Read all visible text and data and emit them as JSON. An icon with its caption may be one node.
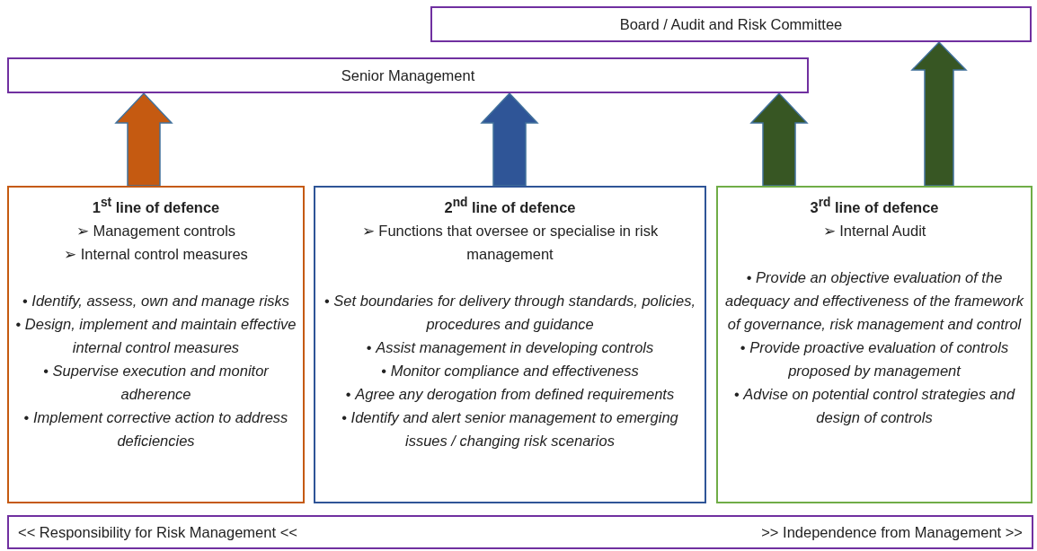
{
  "diagram": {
    "nodes": [
      {
        "text": [
          "Board / Audit and Risk Committee"
        ]
      },
      {
        "text": [
          "Senior Management"
        ]
      },
      {
        "text": [
          "1$^{st}$ line of defence",
          "➢ Management controls",
          "➢ Internal control measures",
          "• *Identify, assess, own and manage risks*",
          "• *Design, implement and maintain effective internal control measures*",
          "• *Supervise execution and monitor adherence*",
          "• *Implement corrective action to address deficiencies*"
        ]
      },
      {
        "text": [
          "2$^{nd}$ line of defence",
          "➢ Functions that oversee or specialise in risk management",
          "• *Set boundaries for delivery through standards, policies, procedures and guidance*",
          "• *Assist management in developing controls*",
          "• *Monitor compliance and effectiveness*",
          "• *Agree any derogation from defined requirements*",
          "• *Identify and alert senior management to emerging issues / changing risk scenarios*"
        ]
      },
      {
        "text": [
          "3$^{rd}$ line of defence",
          "➢ Internal Audit",
          "• *Provide an objective evaluation of the adequacy and effectiveness of the framework of governance, risk management and control*",
          "• *Provide proactive evaluation of controls proposed by management*",
          "• *Advise on potential control strategies and design of controls*"
        ]
      },
      {
        "text": [
          "<< Responsibility for Risk Management <<",
          ">> Independence from Management >>"
        ]
      }
    ],
    "edges": [
      {
        "from": 2,
        "to": 1,
        "arrow": "to",
        "style": "thick",
        "color": "#c55a11"
      },
      {
        "from": 3,
        "to": 1,
        "arrow": "to",
        "style": "thick",
        "color": "#2f5597"
      },
      {
        "from": 4,
        "to": 1,
        "arrow": "to",
        "style": "thick",
        "color": "#375623"
      },
      {
        "from": 4,
        "to": 0,
        "arrow": "to",
        "style": "thick",
        "color": "#375623"
      }
    ]
  }
}
